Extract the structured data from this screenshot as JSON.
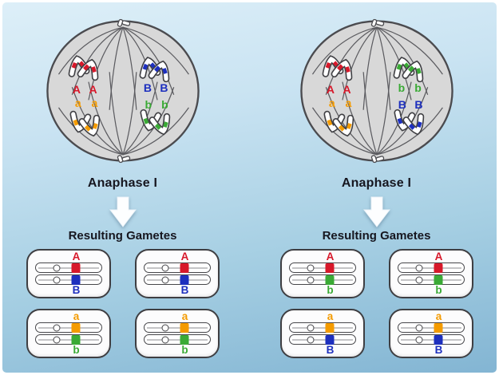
{
  "palette": {
    "red": "#d7182a",
    "orange": "#f49b00",
    "blue": "#1d2fbe",
    "green": "#3aaa35",
    "cell_fill": "#d8d8d8",
    "outline": "#4b4b4f",
    "background_top": "#ddeff8",
    "background_bottom": "#83b5d3"
  },
  "panels": [
    {
      "phase_label": "Anaphase I",
      "gametes_label": "Resulting Gametes",
      "cell_groups": [
        {
          "position": "upper-left",
          "letter": "A",
          "color": "#d7182a",
          "pole": "top"
        },
        {
          "position": "upper-right",
          "letter": "B",
          "color": "#1d2fbe",
          "pole": "top"
        },
        {
          "position": "lower-left",
          "letter": "a",
          "color": "#f49b00",
          "pole": "bottom"
        },
        {
          "position": "lower-right",
          "letter": "b",
          "color": "#3aaa35",
          "pole": "bottom"
        }
      ],
      "gametes": [
        {
          "top": {
            "letter": "A",
            "color": "#d7182a"
          },
          "bottom": {
            "letter": "B",
            "color": "#1d2fbe"
          }
        },
        {
          "top": {
            "letter": "A",
            "color": "#d7182a"
          },
          "bottom": {
            "letter": "B",
            "color": "#1d2fbe"
          }
        },
        {
          "top": {
            "letter": "a",
            "color": "#f49b00"
          },
          "bottom": {
            "letter": "b",
            "color": "#3aaa35"
          }
        },
        {
          "top": {
            "letter": "a",
            "color": "#f49b00"
          },
          "bottom": {
            "letter": "b",
            "color": "#3aaa35"
          }
        }
      ]
    },
    {
      "phase_label": "Anaphase I",
      "gametes_label": "Resulting Gametes",
      "cell_groups": [
        {
          "position": "upper-left",
          "letter": "A",
          "color": "#d7182a",
          "pole": "top"
        },
        {
          "position": "upper-right",
          "letter": "b",
          "color": "#3aaa35",
          "pole": "top"
        },
        {
          "position": "lower-left",
          "letter": "a",
          "color": "#f49b00",
          "pole": "bottom"
        },
        {
          "position": "lower-right",
          "letter": "B",
          "color": "#1d2fbe",
          "pole": "bottom"
        }
      ],
      "gametes": [
        {
          "top": {
            "letter": "A",
            "color": "#d7182a"
          },
          "bottom": {
            "letter": "b",
            "color": "#3aaa35"
          }
        },
        {
          "top": {
            "letter": "A",
            "color": "#d7182a"
          },
          "bottom": {
            "letter": "b",
            "color": "#3aaa35"
          }
        },
        {
          "top": {
            "letter": "a",
            "color": "#f49b00"
          },
          "bottom": {
            "letter": "B",
            "color": "#1d2fbe"
          }
        },
        {
          "top": {
            "letter": "a",
            "color": "#f49b00"
          },
          "bottom": {
            "letter": "B",
            "color": "#1d2fbe"
          }
        }
      ]
    }
  ]
}
